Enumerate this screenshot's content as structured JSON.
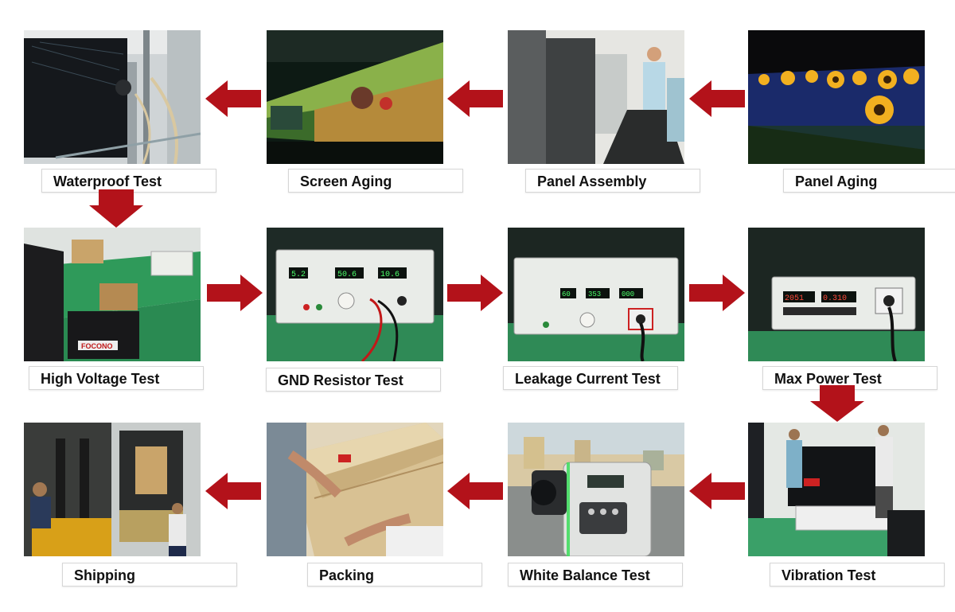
{
  "steps": {
    "waterproof_test": "Waterproof Test",
    "screen_aging": "Screen Aging",
    "panel_assembly": "Panel Assembly",
    "panel_aging": "Panel Aging",
    "high_voltage_test": "High Voltage Test",
    "gnd_resistor_test": "GND Resistor Test",
    "leakage_current_test": "Leakage Current Test",
    "max_power_test": "Max Power Test",
    "shipping": "Shipping",
    "packing": "Packing",
    "white_balance_test": "White Balance Test",
    "vibration_test": "Vibration Test"
  },
  "photo_text": {
    "brand_label": "FOCONO",
    "gnd_readouts": [
      "5.2",
      "50.6",
      "10.6"
    ],
    "leak_readouts": [
      "60",
      "353",
      "000"
    ],
    "power_readouts": [
      "2051",
      "0.310"
    ]
  },
  "colors": {
    "arrow": "#b3121a",
    "label_border": "#d6d6d6",
    "floor_green": "#2f9a5a"
  }
}
